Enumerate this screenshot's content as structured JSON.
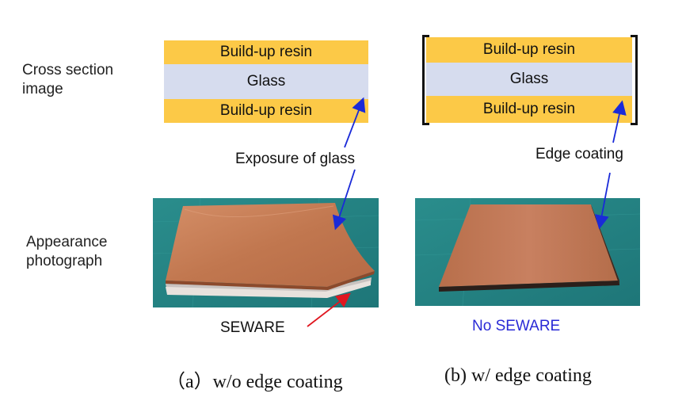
{
  "labels": {
    "cross_section": [
      "Cross section",
      "image"
    ],
    "appearance": [
      "Appearance",
      "photograph"
    ]
  },
  "left": {
    "layers": {
      "top": "Build-up resin",
      "middle": "Glass",
      "bottom": "Build-up resin"
    },
    "annotation": "Exposure of glass",
    "photo_note": "SEWARE",
    "caption": "（a）w/o edge coating"
  },
  "right": {
    "layers": {
      "top": "Build-up resin",
      "middle": "Glass",
      "bottom": "Build-up resin"
    },
    "annotation": "Edge coating",
    "photo_note": "No SEWARE",
    "caption": "(b) w/ edge coating"
  },
  "colors": {
    "resin": "#fcc947",
    "glass": "#d6dcee",
    "arrow_blue": "#1a2ad8",
    "arrow_red": "#e0161f",
    "no_seware_text": "#2a2ad6",
    "board_copper": "#c57a52"
  }
}
